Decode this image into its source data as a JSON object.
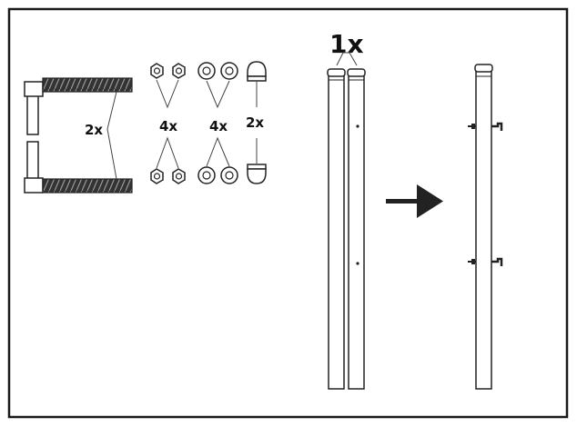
{
  "colors": {
    "stroke": "#222222",
    "fill": "#ffffff",
    "dark": "#222222",
    "thread": "#555555",
    "frame": "#1a1a1a"
  },
  "labels": {
    "bolts_qty": "2x",
    "nuts_qty": "4x",
    "washers_qty": "4x",
    "caps_qty": "2x",
    "posts_qty": "1x"
  },
  "icons": {
    "bolt": "u-bolt-icon",
    "nut": "hex-nut-icon",
    "washer": "washer-icon",
    "cap": "acorn-cap-icon",
    "post": "post-icon",
    "arrow": "arrow-right-icon",
    "bracket": "bracket-icon"
  }
}
